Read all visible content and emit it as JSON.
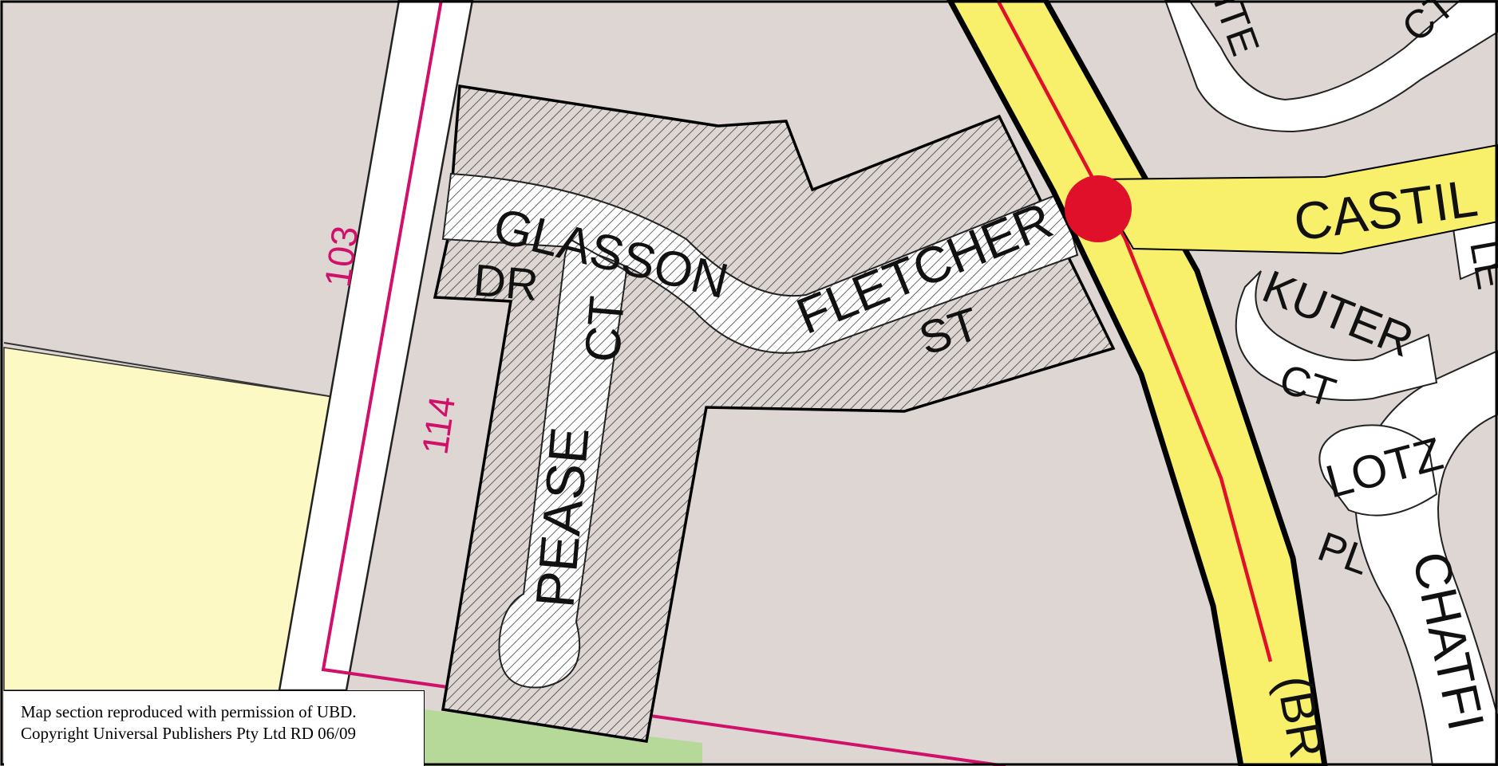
{
  "map": {
    "colors": {
      "background": "#ddd6d2",
      "parkland": "#fdf9c4",
      "reserve": "#b6d99a",
      "arterial_road": "#f8f06a",
      "route_line": "#e0102a",
      "boundary": "#d0106a",
      "junction": "#e0102a",
      "hatch": "#2a2a2a"
    },
    "street_labels": {
      "glasson": "GLASSON",
      "dr": "DR",
      "fletcher": "FLETCHER",
      "st": "ST",
      "pease": "PEASE",
      "ct_pease": "CT",
      "castil": "CASTIL",
      "kuter": "KUTER",
      "ct_kuter": "CT",
      "lotz": "LOTZ",
      "pl": "PL",
      "chatfi": "CHATFI",
      "br": "(BR",
      "ite": "ITE",
      "ct_top": "CT",
      "le": "LE"
    },
    "boundary_numbers": {
      "upper": "103",
      "lower": "114"
    },
    "icons": [
      "junction-marker-icon",
      "hatched-area-pattern"
    ]
  },
  "copyright": {
    "line1": "Map section reproduced with permission of UBD.",
    "line2": "Copyright Universal Publishers Pty Ltd RD 06/09"
  }
}
